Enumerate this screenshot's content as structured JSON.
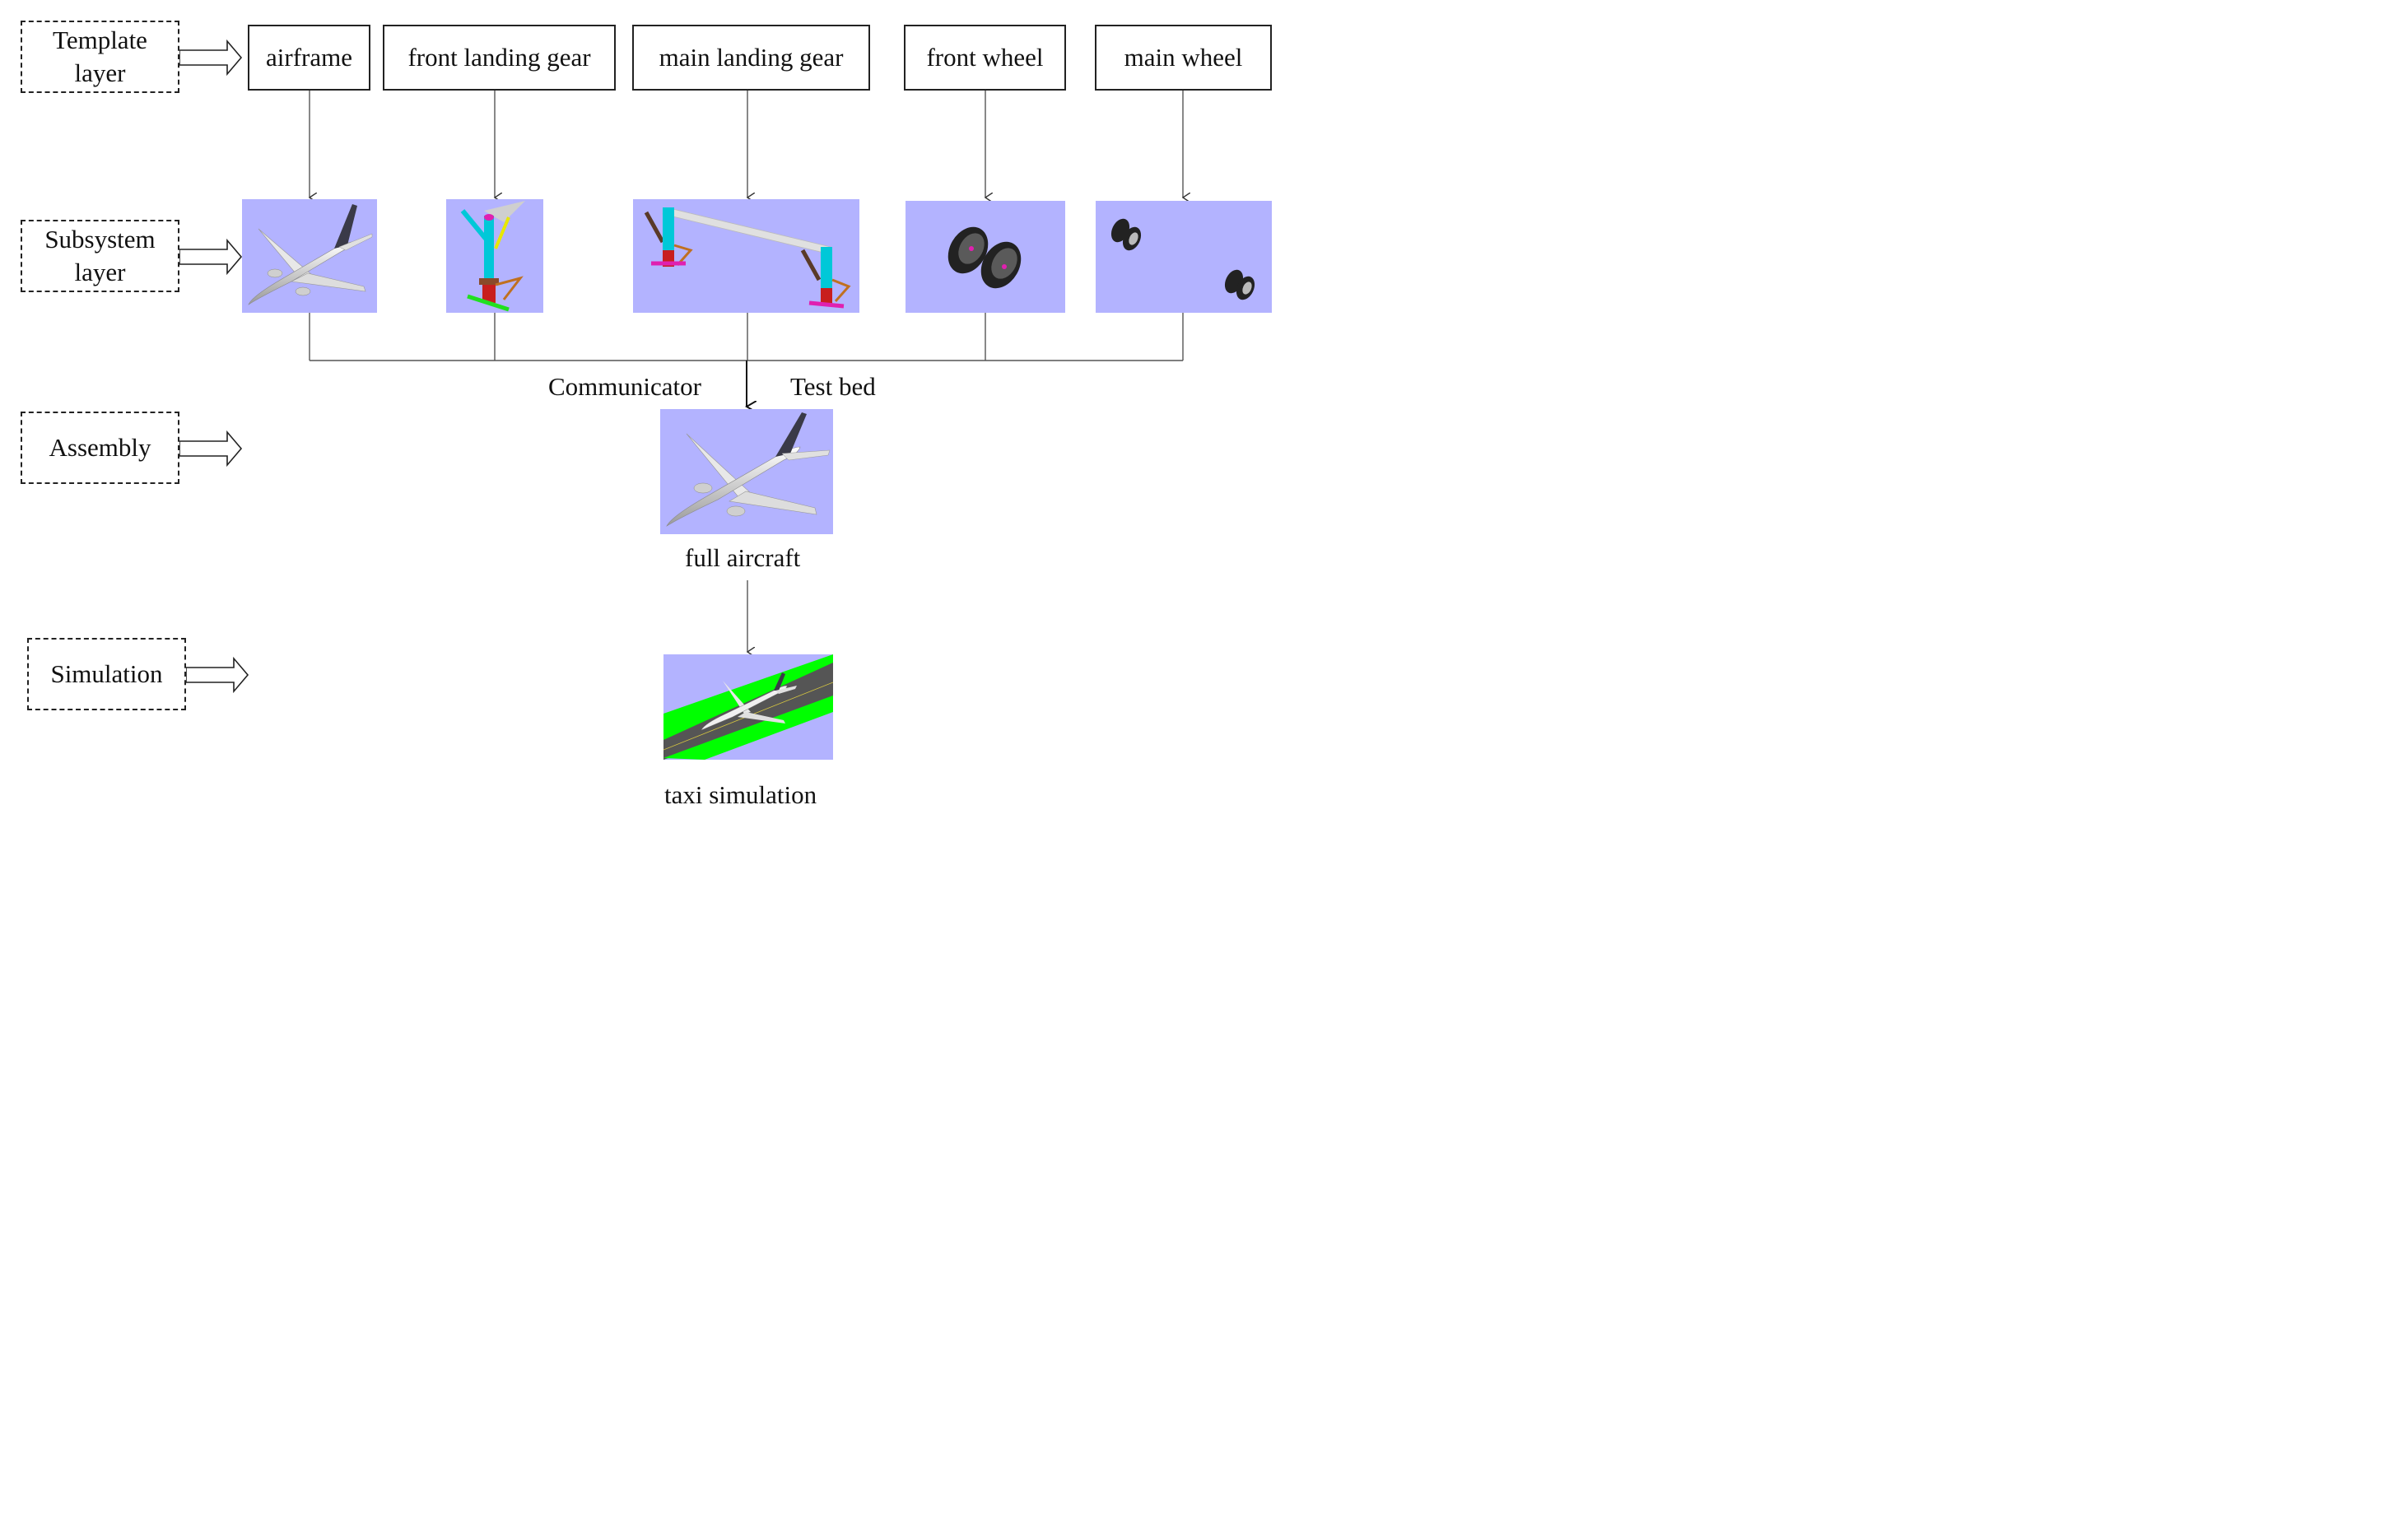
{
  "layers": {
    "template": "Template layer",
    "subsystem": "Subsystem layer",
    "assembly": "Assembly",
    "simulation": "Simulation"
  },
  "templates": [
    "airframe",
    "front landing gear",
    "main landing gear",
    "front wheel",
    "main wheel"
  ],
  "connectors": {
    "left": "Communicator",
    "right": "Test bed"
  },
  "captions": {
    "assembly": "full aircraft",
    "simulation": "taxi simulation"
  },
  "colors": {
    "panel_background": "#b3b3ff",
    "grass": "#00ff00",
    "runway": "#555555",
    "strut_cyan": "#00c8d8",
    "strut_red": "#c81e1e",
    "axle_magenta": "#e020b0",
    "axle_green": "#20e020"
  }
}
